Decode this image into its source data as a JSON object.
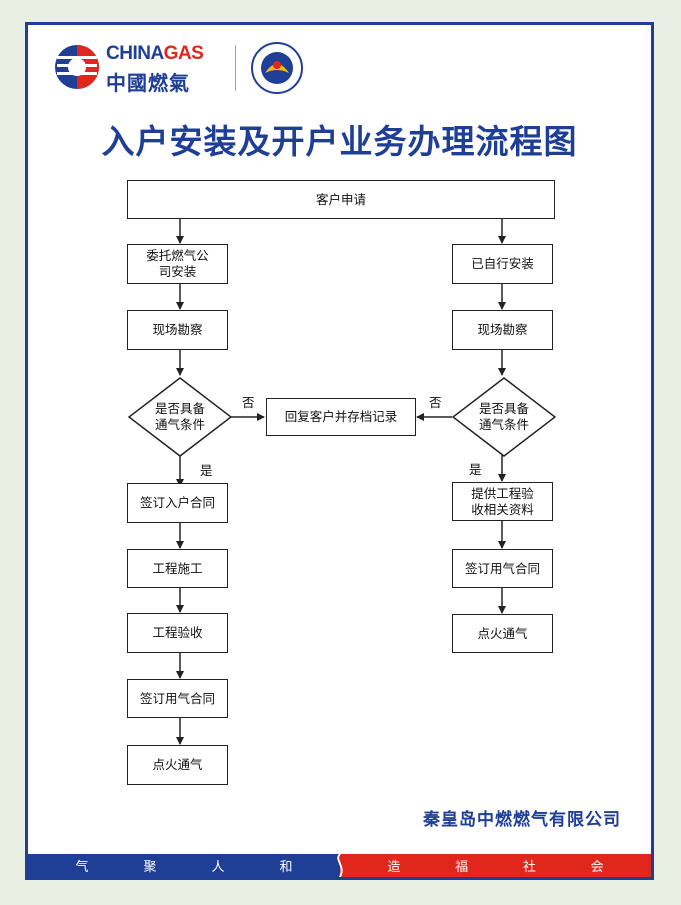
{
  "header": {
    "brand_en_1": "CHINA",
    "brand_en_2": "GAS",
    "brand_cn": "中國燃氣"
  },
  "title": "入户安装及开户业务办理流程图",
  "flow": {
    "start": "客户申请",
    "left": {
      "entrust": "委托燃气公司安装",
      "survey": "现场勘察",
      "check": [
        "是否具备",
        "通气条件"
      ],
      "contract": "签订入户合同",
      "construction": "工程施工",
      "acceptance": "工程验收",
      "gas_contract": "签订用气合同",
      "ignition": "点火通气"
    },
    "right": {
      "self_installed": "已自行安装",
      "survey": "现场勘察",
      "check": [
        "是否具备",
        "通气条件"
      ],
      "documents": "提供工程验收相关资料",
      "gas_contract": "签订用气合同",
      "ignition": "点火通气"
    },
    "reply": "回复客户并存档记录",
    "yes": "是",
    "no": "否"
  },
  "company": "秦皇岛中燃燃气有限公司",
  "slogan_left": [
    "气",
    "聚",
    "人",
    "和"
  ],
  "slogan_right": [
    "造",
    "福",
    "社",
    "会"
  ],
  "colors": {
    "brand_blue": "#1f3f96",
    "brand_red": "#e1261c",
    "page_bg": "#e9f0e3"
  }
}
